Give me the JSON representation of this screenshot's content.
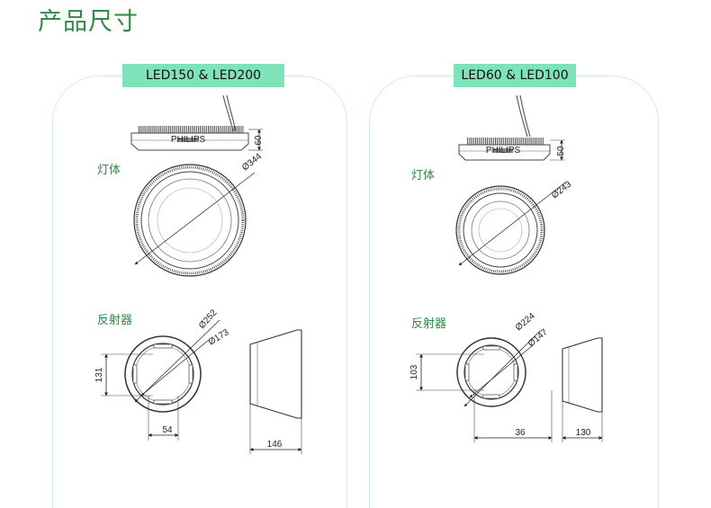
{
  "page_title": "产品尺寸",
  "panels": {
    "left": {
      "model_label": "LED150 & LED200",
      "fixture_label": "灯体",
      "reflector_label": "反射器",
      "brand_mark": "PHILIPS",
      "dims": {
        "height": "60",
        "fixture_dia": "Ø344",
        "outer_dia": "Ø252",
        "inner_dia": "Ø173",
        "vertical": "131",
        "horizontal": "54",
        "depth": "146"
      }
    },
    "right": {
      "model_label": "LED60 & LED100",
      "fixture_label": "灯体",
      "reflector_label": "反射器",
      "brand_mark": "PHILIPS",
      "dims": {
        "height": "50",
        "fixture_dia": "Ø243",
        "outer_dia": "Ø224",
        "inner_dia": "Ø147",
        "vertical": "103",
        "horizontal": "36",
        "depth": "130"
      }
    }
  },
  "colors": {
    "accent_green": "#2f8a43",
    "tab_green": "#7fe3b9",
    "panel_border": "#cdeedf"
  }
}
